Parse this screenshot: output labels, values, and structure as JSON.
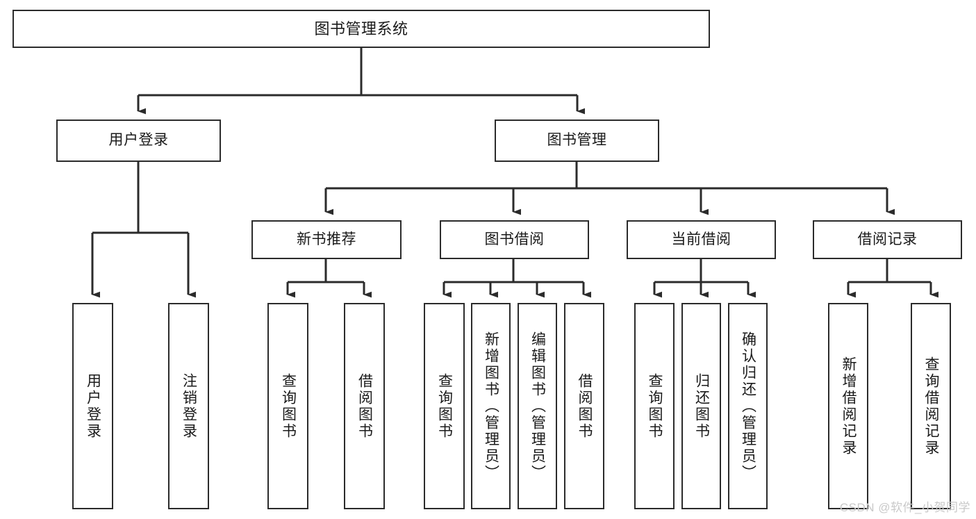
{
  "diagram": {
    "type": "tree-hierarchy",
    "title": "图书管理系统",
    "root": {
      "label": "图书管理系统"
    },
    "level1": [
      {
        "id": "user-login",
        "label": "用户登录"
      },
      {
        "id": "book-management",
        "label": "图书管理"
      }
    ],
    "level2": [
      {
        "id": "new-book-recommend",
        "label": "新书推荐",
        "parent": "book-management"
      },
      {
        "id": "book-borrow",
        "label": "图书借阅",
        "parent": "book-management"
      },
      {
        "id": "current-borrow",
        "label": "当前借阅",
        "parent": "book-management"
      },
      {
        "id": "borrow-record",
        "label": "借阅记录",
        "parent": "book-management"
      }
    ],
    "leaves": [
      {
        "id": "leaf-user-login",
        "label": "用户登录",
        "parent": "user-login"
      },
      {
        "id": "leaf-logout-login",
        "label": "注销登录",
        "parent": "user-login"
      },
      {
        "id": "leaf-query-book-1",
        "label": "查询图书",
        "parent": "new-book-recommend"
      },
      {
        "id": "leaf-borrow-book-1",
        "label": "借阅图书",
        "parent": "new-book-recommend"
      },
      {
        "id": "leaf-query-book-2",
        "label": "查询图书",
        "parent": "book-borrow"
      },
      {
        "id": "leaf-add-book",
        "label": "新增图书（管理员）",
        "parent": "book-borrow"
      },
      {
        "id": "leaf-edit-book",
        "label": "编辑图书（管理员）",
        "parent": "book-borrow"
      },
      {
        "id": "leaf-borrow-book-2",
        "label": "借阅图书",
        "parent": "book-borrow"
      },
      {
        "id": "leaf-query-book-3",
        "label": "查询图书",
        "parent": "current-borrow"
      },
      {
        "id": "leaf-return-book",
        "label": "归还图书",
        "parent": "current-borrow"
      },
      {
        "id": "leaf-confirm-return",
        "label": "确认归还（管理员）",
        "parent": "current-borrow"
      },
      {
        "id": "leaf-add-record",
        "label": "新增借阅记录",
        "parent": "borrow-record"
      },
      {
        "id": "leaf-query-record",
        "label": "查询借阅记录",
        "parent": "borrow-record"
      }
    ]
  },
  "watermark": {
    "text": "CSDN @软件_小贺同学"
  },
  "colors": {
    "stroke": "#2b2b2b",
    "background": "#ffffff",
    "text": "#1a1a1a",
    "watermark": "#c9c9c9"
  }
}
